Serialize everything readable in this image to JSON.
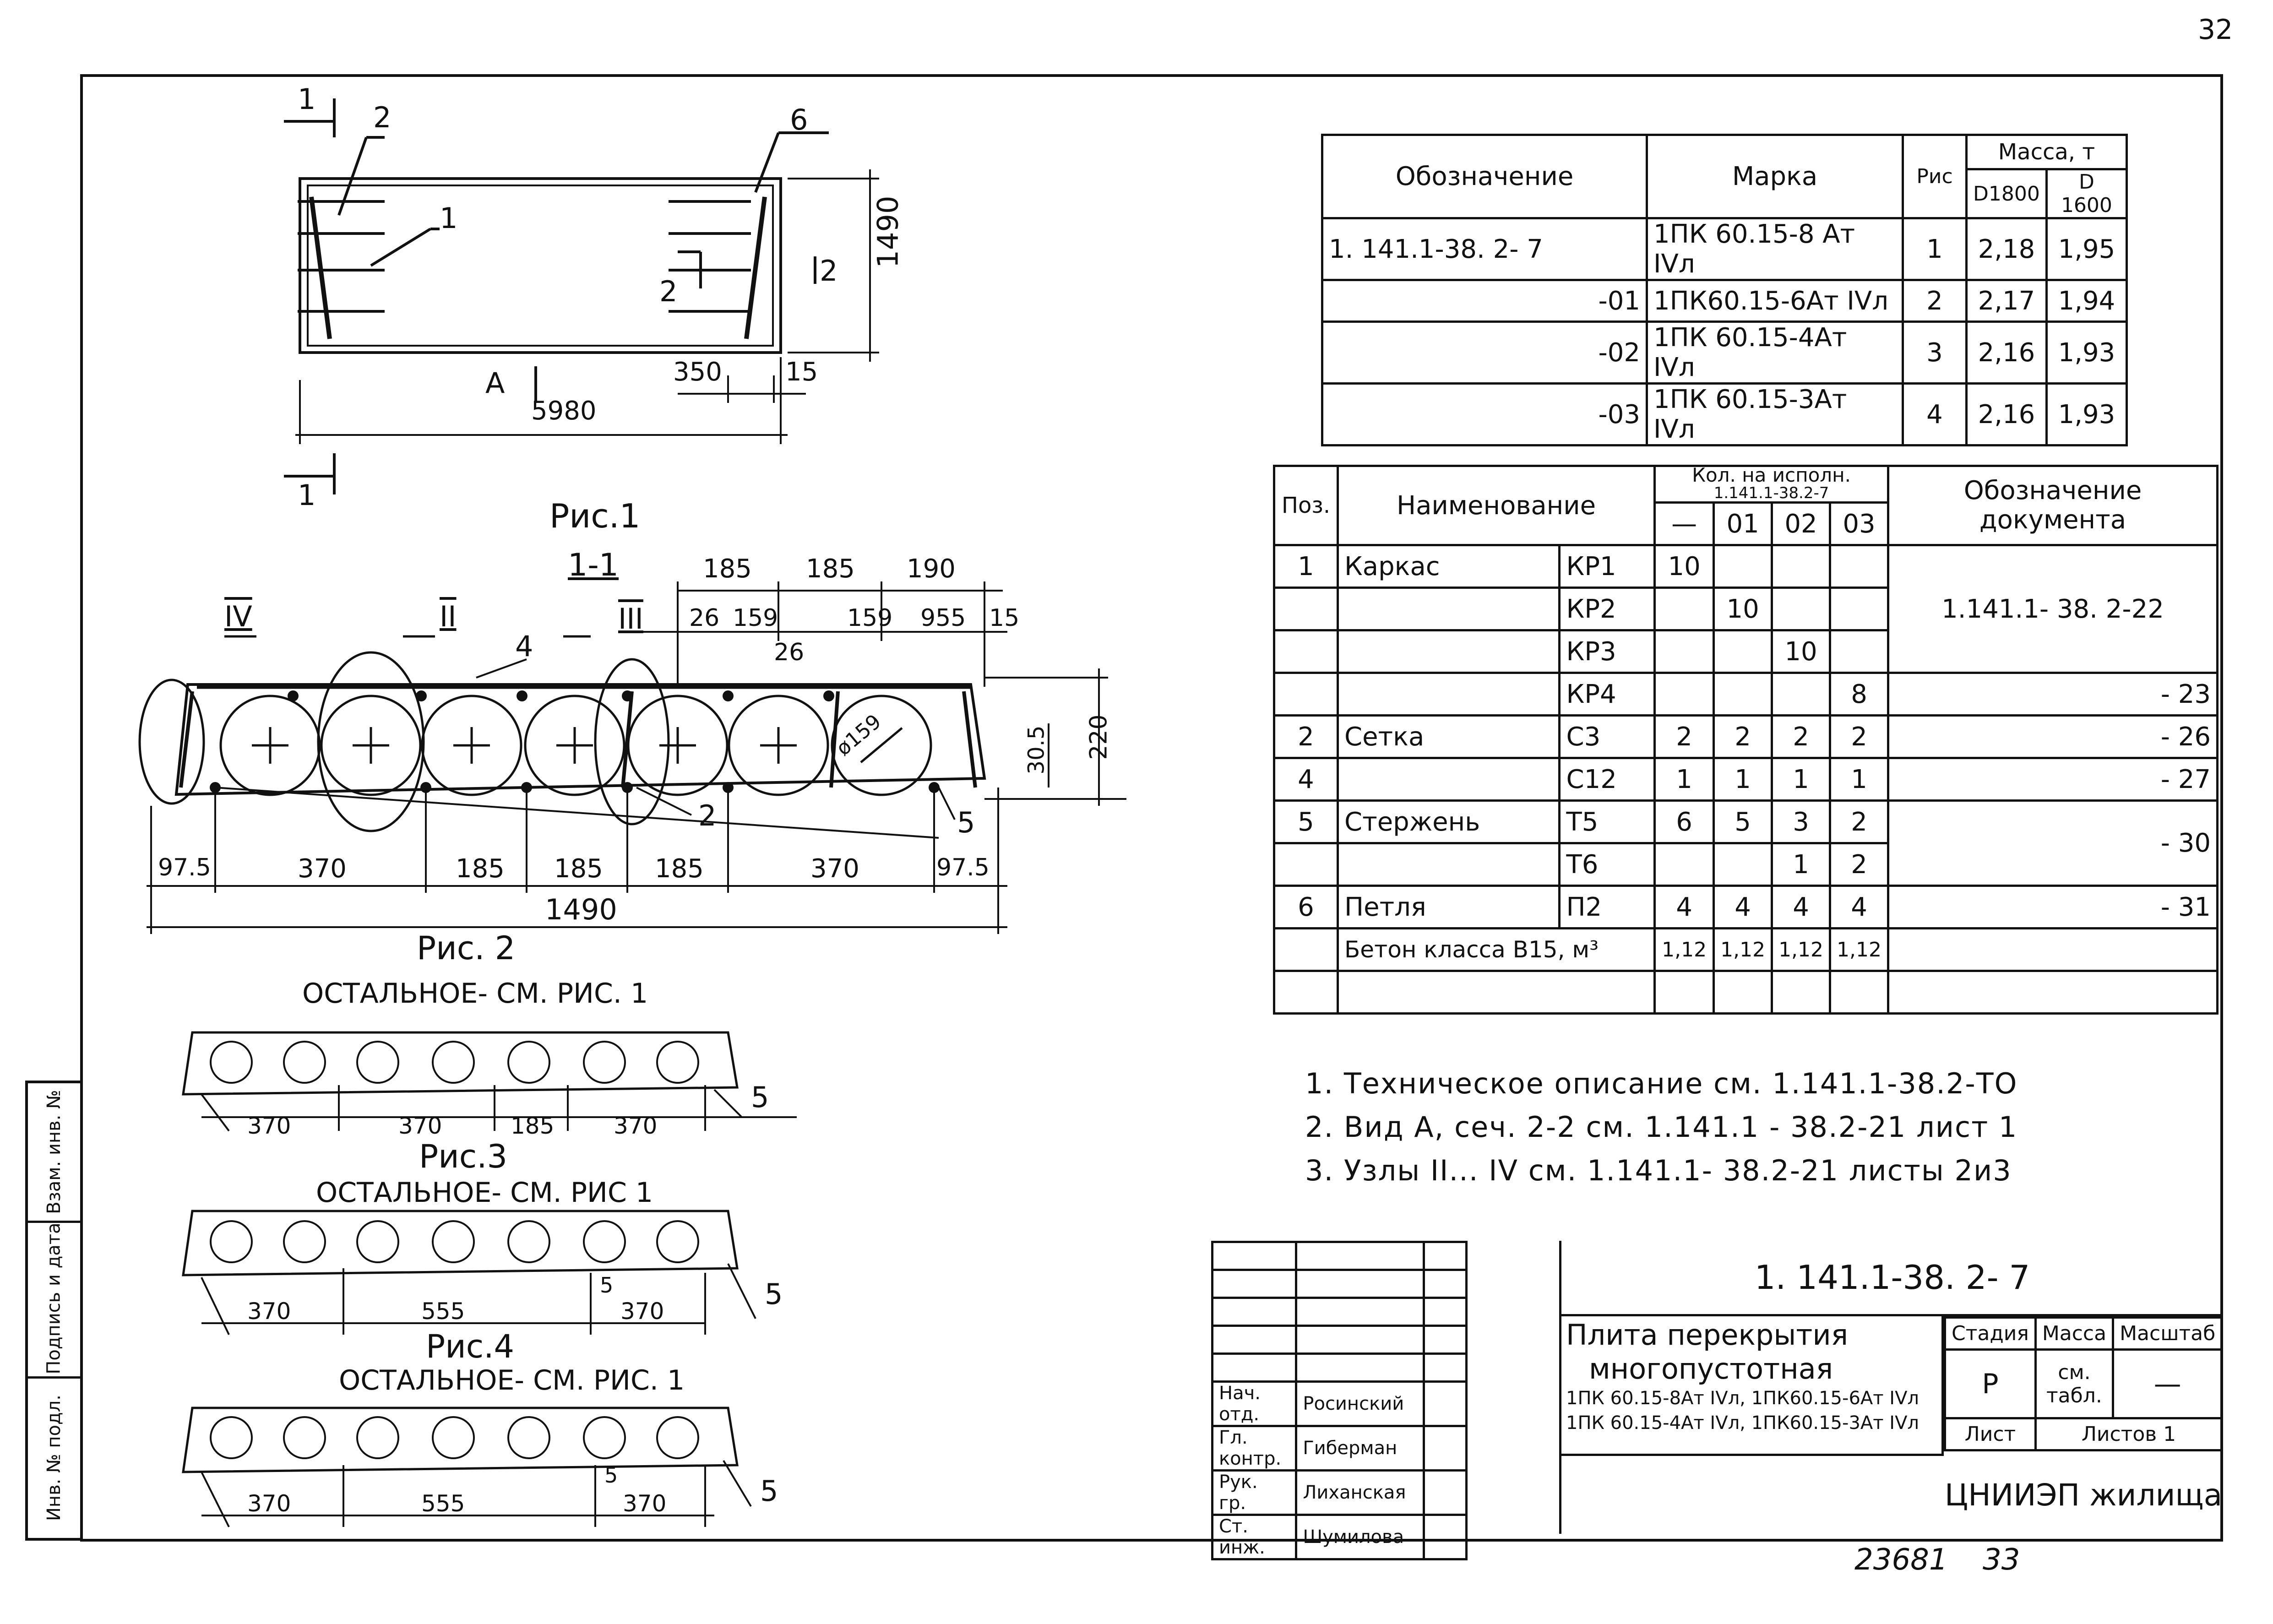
{
  "page_corner": "32",
  "top_view": {
    "dims": {
      "length": "5980",
      "height": "1490",
      "d350": "350",
      "d15": "15"
    },
    "labels": {
      "callout_1": "1",
      "callout_2": "2",
      "callout_6": "6",
      "view_a": "A",
      "section_1": "1",
      "section_2": "2"
    }
  },
  "figures": {
    "fig1": {
      "title": "Рис.1",
      "section": "1-1",
      "nodes": [
        "IV",
        "II",
        "III"
      ],
      "callouts": [
        "4",
        "2",
        "5"
      ],
      "dims_top": [
        "185",
        "185",
        "190",
        "26",
        "159",
        "159",
        "955",
        "15",
        "26"
      ],
      "dims_side": [
        "30.5",
        "220"
      ],
      "dims_bottom": [
        "97.5",
        "370",
        "185",
        "185",
        "185",
        "370",
        "97.5"
      ],
      "total": "1490",
      "dia": "ø159"
    },
    "fig2": {
      "title": "Рис. 2",
      "note": "ОСТАЛЬНОЕ- СМ. РИС. 1",
      "dims": [
        "370",
        "370",
        "185",
        "370"
      ],
      "callout": "5"
    },
    "fig3": {
      "title": "Рис.3",
      "note": "ОСТАЛЬНОЕ- СМ. РИС 1",
      "dims": [
        "370",
        "555",
        "370"
      ],
      "callouts": [
        "5",
        "5"
      ]
    },
    "fig4": {
      "title": "Рис.4",
      "note": "ОСТАЛЬНОЕ- СМ. РИС. 1",
      "dims": [
        "370",
        "555",
        "370"
      ],
      "callouts": [
        "5",
        "5"
      ]
    }
  },
  "mass_table": {
    "headers": {
      "designation": "Обозначение",
      "mark": "Марка",
      "fig": "Рис",
      "mass": "Масса, т",
      "d1800": "D1800",
      "d1600": "D 1600"
    },
    "rows": [
      {
        "designation": "1. 141.1-38. 2- 7",
        "mark": "1ПК 60.15-8 Ат IVл",
        "fig": "1",
        "d1800": "2,18",
        "d1600": "1,95"
      },
      {
        "designation": "-01",
        "mark": "1ПК60.15-6Ат IVл",
        "fig": "2",
        "d1800": "2,17",
        "d1600": "1,94"
      },
      {
        "designation": "-02",
        "mark": "1ПК 60.15-4Ат IVл",
        "fig": "3",
        "d1800": "2,16",
        "d1600": "1,93"
      },
      {
        "designation": "-03",
        "mark": "1ПК 60.15-3Ат IVл",
        "fig": "4",
        "d1800": "2,16",
        "d1600": "1,93"
      }
    ]
  },
  "spec_table": {
    "headers": {
      "pos": "Поз.",
      "name": "Наименование",
      "qty": "Кол. на исполн.",
      "qty_sub": "1.141.1-38.2-7",
      "dash": "—",
      "c01": "01",
      "c02": "02",
      "c03": "03",
      "doc": "Обозначение документа"
    },
    "rows": [
      {
        "pos": "1",
        "name": "Каркас",
        "mark": "КР1",
        "q0": "10",
        "q1": "",
        "q2": "",
        "q3": "",
        "doc": ""
      },
      {
        "pos": "",
        "name": "",
        "mark": "КР2",
        "q0": "",
        "q1": "10",
        "q2": "",
        "q3": "",
        "doc": "1.141.1- 38. 2-22"
      },
      {
        "pos": "",
        "name": "",
        "mark": "КР3",
        "q0": "",
        "q1": "",
        "q2": "10",
        "q3": "",
        "doc": ""
      },
      {
        "pos": "",
        "name": "",
        "mark": "КР4",
        "q0": "",
        "q1": "",
        "q2": "",
        "q3": "8",
        "doc": "- 23"
      },
      {
        "pos": "2",
        "name": "Сетка",
        "mark": "С3",
        "q0": "2",
        "q1": "2",
        "q2": "2",
        "q3": "2",
        "doc": "- 26"
      },
      {
        "pos": "4",
        "name": "",
        "mark": "С12",
        "q0": "1",
        "q1": "1",
        "q2": "1",
        "q3": "1",
        "doc": "- 27"
      },
      {
        "pos": "5",
        "name": "Стержень",
        "mark": "Т5",
        "q0": "6",
        "q1": "5",
        "q2": "3",
        "q3": "2",
        "doc": ""
      },
      {
        "pos": "",
        "name": "",
        "mark": "Т6",
        "q0": "",
        "q1": "",
        "q2": "1",
        "q3": "2",
        "doc": "- 30"
      },
      {
        "pos": "6",
        "name": "Петля",
        "mark": "П2",
        "q0": "4",
        "q1": "4",
        "q2": "4",
        "q3": "4",
        "doc": "- 31"
      },
      {
        "pos": "",
        "name": "Бетон класса В15, м³",
        "mark": "",
        "q0": "1,12",
        "q1": "1,12",
        "q2": "1,12",
        "q3": "1,12",
        "doc": ""
      },
      {
        "pos": "",
        "name": "",
        "mark": "",
        "q0": "",
        "q1": "",
        "q2": "",
        "q3": "",
        "doc": ""
      }
    ]
  },
  "notes": [
    "1. Техническое описание  см.  1.141.1-38.2-ТО",
    "2. Вид  А,  сеч.  2-2   см.  1.141.1 - 38.2-21     лист 1",
    "3. Узлы  II... IV   см.   1.141.1- 38.2-21     листы 2и3"
  ],
  "title_block": {
    "doc_number": "1. 141.1-38. 2- 7",
    "title_lines": [
      "Плита перекрытия",
      "многопустотная",
      "1ПК 60.15-8Ат IVл, 1ПК60.15-6Ат IVл",
      "1ПК 60.15-4Ат IVл, 1ПК60.15-3Ат IVл"
    ],
    "stage_label": "Стадия",
    "stage": "Р",
    "mass_label": "Масса",
    "mass": "см. табл.",
    "scale_label": "Масштаб",
    "scale": "—",
    "sheet_label": "Лист",
    "sheets_label": "Листов 1",
    "org": "ЦНИИЭП жилища",
    "signers": [
      {
        "role": "Нач. отд.",
        "name": "Росинский"
      },
      {
        "role": "Гл. контр.",
        "name": "Гиберман"
      },
      {
        "role": "Рук. гр.",
        "name": "Лиханская"
      },
      {
        "role": "Ст. инж.",
        "name": "Шумилова"
      }
    ]
  },
  "side_strip": [
    "Инв. № подл.",
    "Подпись и дата",
    "Взам. инв. №"
  ],
  "stamp": {
    "archive": "23681",
    "page": "33"
  }
}
